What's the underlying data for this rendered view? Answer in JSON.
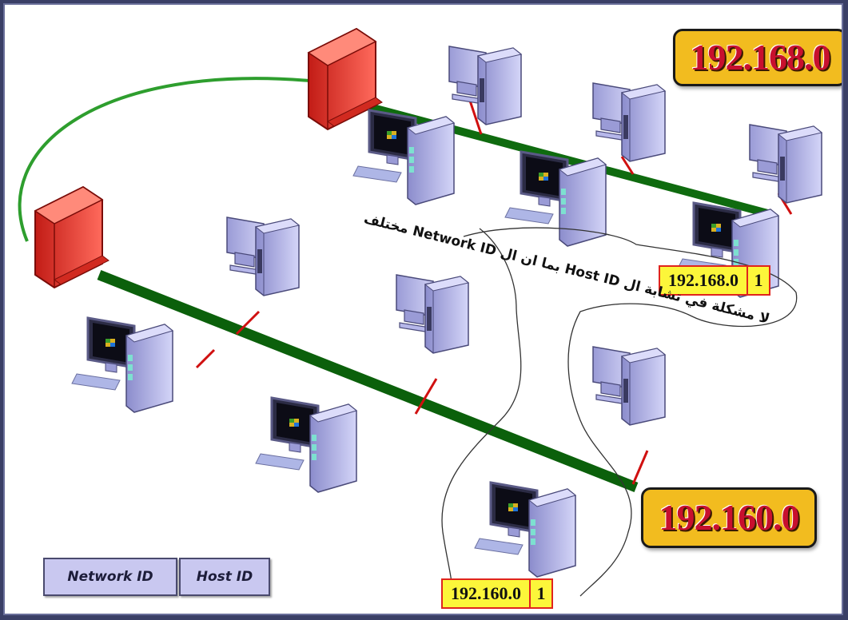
{
  "networks": {
    "top": {
      "badge": "192.168.0",
      "address": {
        "network": "192.168.0",
        "host": "1"
      }
    },
    "bottom": {
      "badge": "192.160.0",
      "address": {
        "network": "192.160.0",
        "host": "1"
      }
    }
  },
  "annotation": "لا مشكلة في تشابة ال Host ID بما ان ال Network ID مختلف",
  "legend": {
    "network_label": "Network ID",
    "host_label": "Host ID"
  },
  "colors": {
    "badge_fill": "#f2bc1f",
    "badge_text": "#c8102e",
    "address_fill": "#fcf63a",
    "bus": "#0f6b0f",
    "router": "#e8352c",
    "pc_body": "#b7b8ec"
  }
}
